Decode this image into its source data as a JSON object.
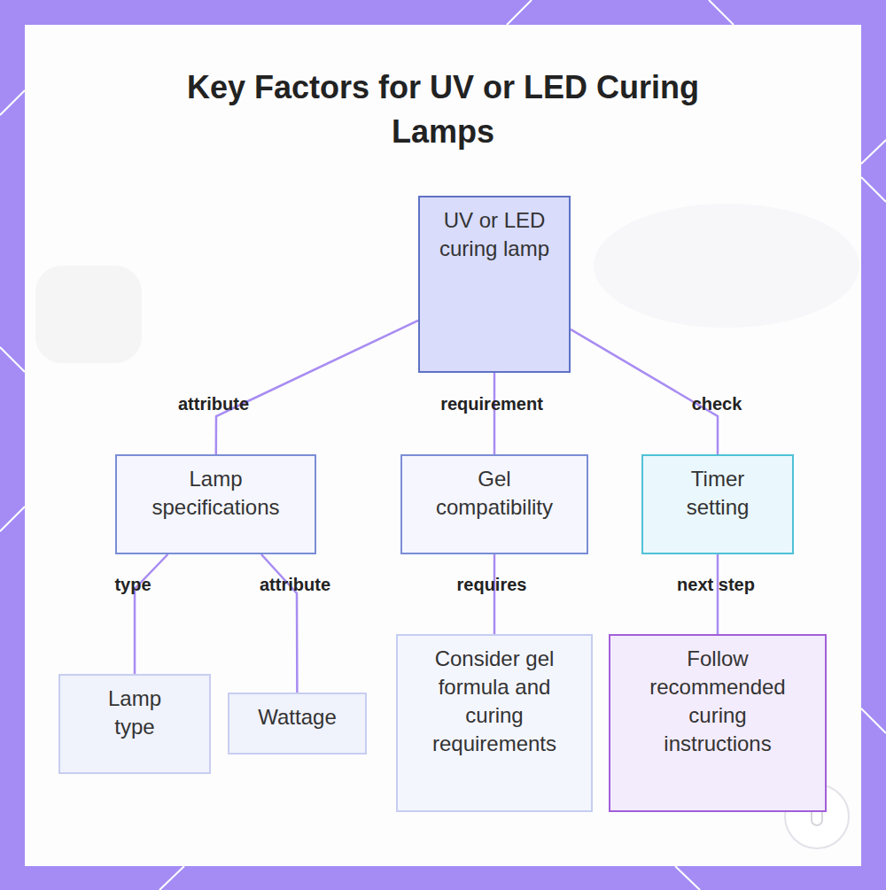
{
  "diagram": {
    "title": "Key Factors for UV or LED Curing Lamps",
    "nodes": [
      {
        "text": [
          "UV or LED curing lamp"
        ]
      },
      {
        "text": [
          "Lamp specifications"
        ]
      },
      {
        "text": [
          "Gel compatibility"
        ]
      },
      {
        "text": [
          "Timer setting"
        ]
      },
      {
        "text": [
          "Lamp type"
        ]
      },
      {
        "text": [
          "Wattage"
        ]
      },
      {
        "text": [
          "Consider gel formula and curing requirements"
        ]
      },
      {
        "text": [
          "Follow recommended curing instructions"
        ]
      }
    ],
    "edges": [
      {
        "from": 0,
        "to": 1,
        "label": "attribute",
        "arrow": "none"
      },
      {
        "from": 0,
        "to": 2,
        "label": "requirement",
        "arrow": "none"
      },
      {
        "from": 0,
        "to": 3,
        "label": "check",
        "arrow": "none"
      },
      {
        "from": 1,
        "to": 4,
        "label": "type",
        "arrow": "none"
      },
      {
        "from": 1,
        "to": 5,
        "label": "attribute",
        "arrow": "none"
      },
      {
        "from": 2,
        "to": 6,
        "label": "requires",
        "arrow": "none"
      },
      {
        "from": 3,
        "to": 7,
        "label": "next step",
        "arrow": "none"
      }
    ]
  }
}
